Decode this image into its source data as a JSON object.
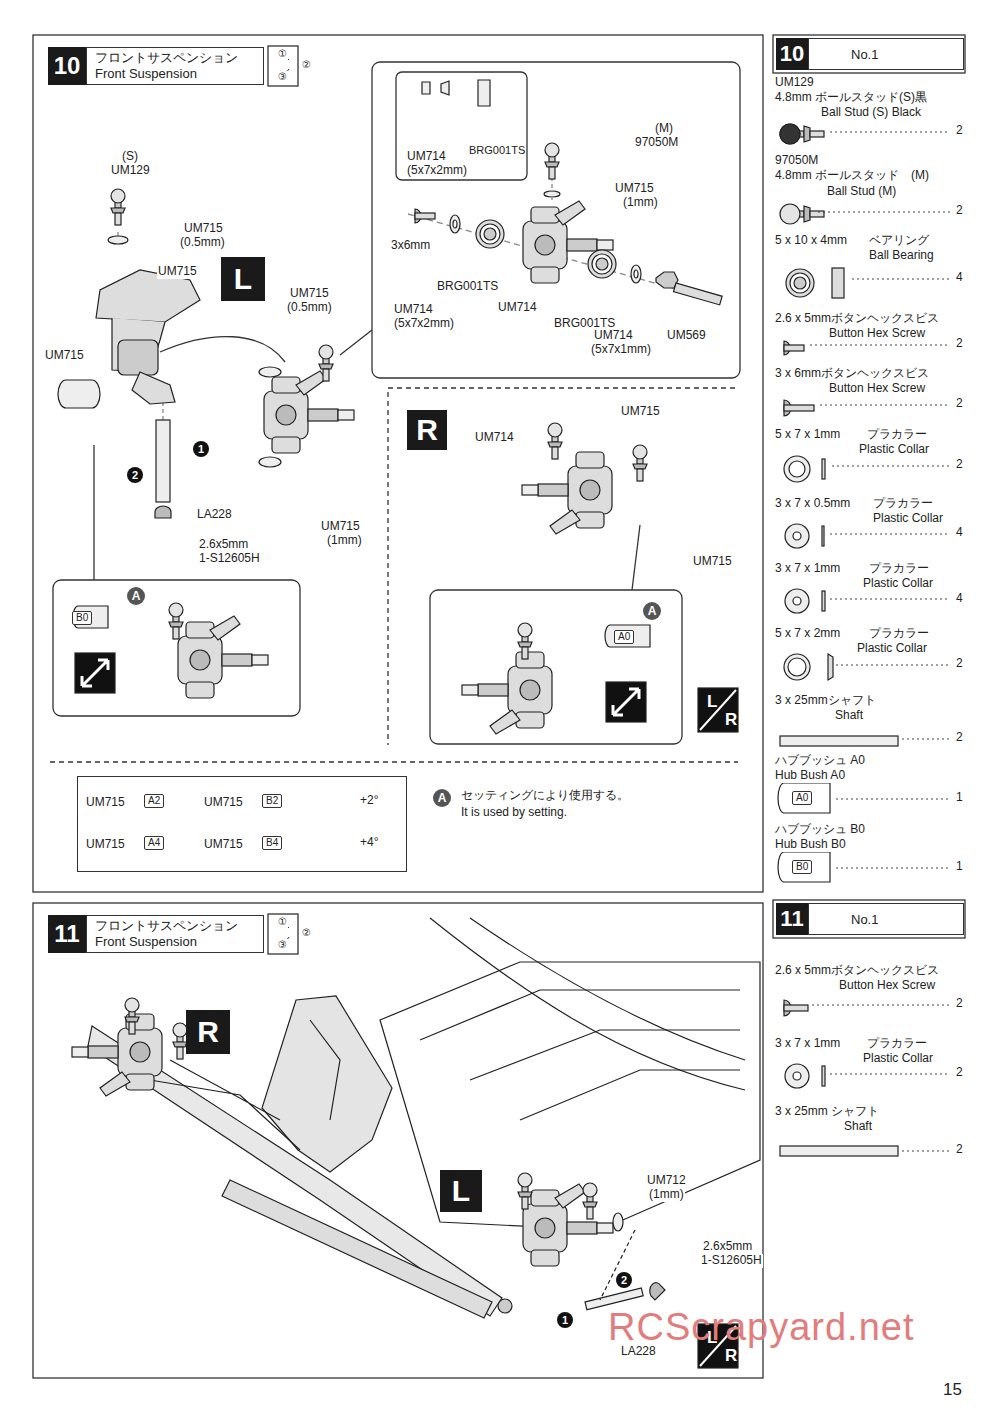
{
  "diagram": {
    "nodes": [
      {
        "text": [
          "10"
        ]
      },
      {
        "text": [
          "フロントサスペンション",
          "Front Suspension"
        ]
      },
      {
        "text": [
          "L"
        ]
      },
      {
        "text": [
          "R"
        ]
      },
      {
        "text": [
          "UM715",
          "A2",
          "UM715",
          "B2",
          "+2°",
          "UM715",
          "A4",
          "UM715",
          "B4",
          "+4°"
        ]
      },
      {
        "text": [
          "11"
        ]
      },
      {
        "text": [
          "フロントサスペンション",
          "Front Suspension"
        ]
      },
      {
        "text": [
          "R"
        ]
      },
      {
        "text": [
          "L"
        ]
      },
      {
        "text": [
          "10"
        ]
      },
      {
        "text": [
          "No.1"
        ]
      },
      {
        "text": [
          "11"
        ]
      },
      {
        "text": [
          "No.1"
        ]
      }
    ],
    "labels": [
      "①",
      "②",
      "③",
      "(S)",
      "UM129",
      "UM715",
      "(0.5mm)",
      "UM715",
      "UM715",
      "UM715",
      "(0.5mm)",
      "UM715",
      "(1mm)",
      "LA228",
      "2.6x5mm",
      "1-S12605H",
      "1",
      "2",
      "BRG001TS",
      "UM714",
      "(5x7x2mm)",
      "(M)",
      "97050M",
      "UM715",
      "(1mm)",
      "3x6mm",
      "BRG001TS",
      "UM714",
      "(5x7x2mm)",
      "UM714",
      "BRG001TS",
      "UM714",
      "(5x7x1mm)",
      "UM569",
      "UM715",
      "UM714",
      "UM715",
      "A",
      "B0",
      "A",
      "A0",
      "A",
      "セッティングにより使用する。",
      "It is used by setting.",
      "L",
      "R",
      "①",
      "②",
      "③",
      "UM712",
      "(1mm)",
      "2.6x5mm",
      "1-S12605H",
      "2",
      "1",
      "LA228",
      "L",
      "R",
      "UM129",
      "4.8mm ボールスタッド(S)黒",
      "Ball Stud (S) Black",
      "2",
      "97050M",
      "4.8mm ボールスタッド　(M)",
      "Ball Stud (M)",
      "2",
      "5 x 10 x 4mm",
      "ベアリング",
      "Ball Bearing",
      "4",
      "2.6 x 5mmボタンヘックスビス",
      "Button Hex Screw",
      "2",
      "3 x 6mmボタンヘックスビス",
      "Button Hex Screw",
      "2",
      "5 x 7 x 1mm",
      "プラカラー",
      "Plastic Collar",
      "2",
      "3 x 7 x 0.5mm",
      "プラカラー",
      "Plastic Collar",
      "4",
      "3 x 7 x 1mm",
      "プラカラー",
      "Plastic Collar",
      "4",
      "5 x 7 x 2mm",
      "プラカラー",
      "Plastic Collar",
      "2",
      "3 x 25mmシャフト",
      "Shaft",
      "2",
      "ハブブッシュ A0",
      "Hub Bush  A0",
      "A0",
      "1",
      "ハブブッシュ B0",
      "Hub Bush  B0",
      "B0",
      "1",
      "2.6 x 5mmボタンヘックスビス",
      "Button Hex Screw",
      "2",
      "3 x 7 x 1mm",
      "プラカラー",
      "Plastic Collar",
      "2",
      "3 x 25mm シャフト",
      "Shaft",
      "2",
      "RCScrapyard.net",
      "15"
    ]
  }
}
